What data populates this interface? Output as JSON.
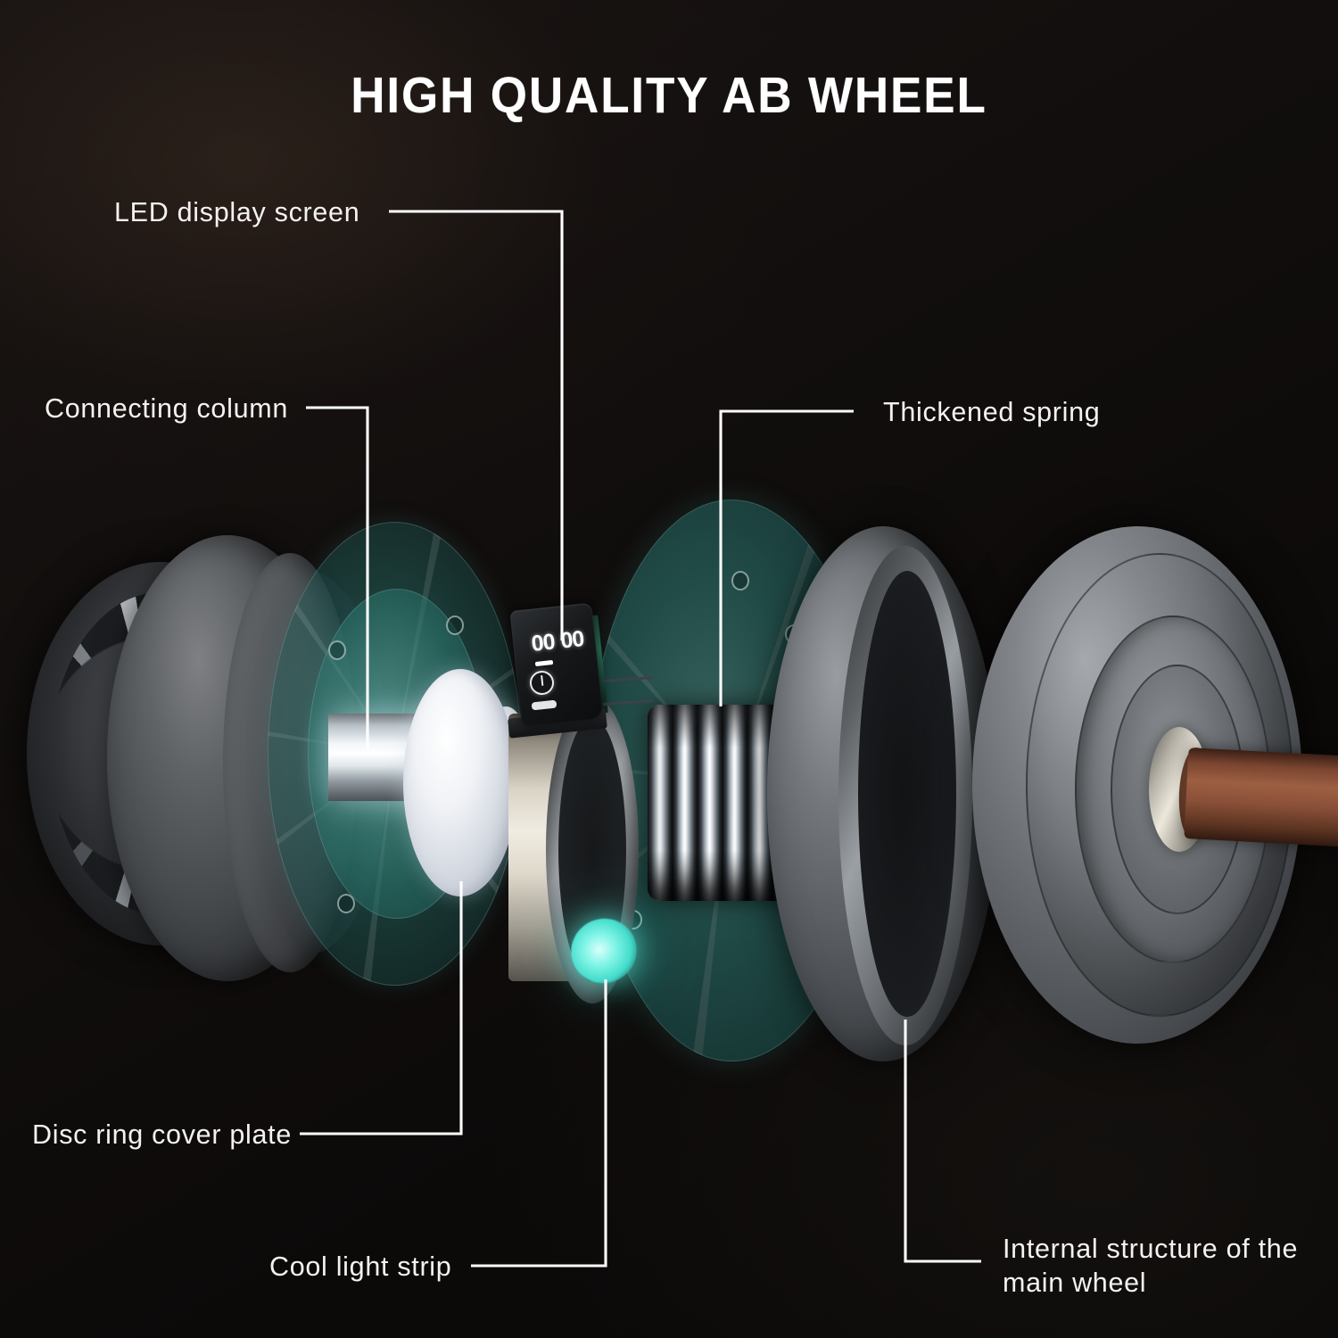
{
  "header": {
    "title": "HIGH QUALITY AB WHEEL"
  },
  "theme": {
    "background": "#0d0b0a",
    "text": "#f4f2f0",
    "accent_teal": "#3e9b92",
    "accent_cyan": "#7ff4e6",
    "metal": "#9aa4ac",
    "handle_brown": "#8a5038",
    "leader_line": "#ffffff"
  },
  "callouts": [
    {
      "id": "led-display-screen",
      "label": "LED display screen",
      "side": "left"
    },
    {
      "id": "connecting-column",
      "label": "Connecting column",
      "side": "left"
    },
    {
      "id": "thickened-spring",
      "label": "Thickened spring",
      "side": "right"
    },
    {
      "id": "disc-ring-cover",
      "label": "Disc ring cover plate",
      "side": "left"
    },
    {
      "id": "cool-light-strip",
      "label": "Cool light strip",
      "side": "left"
    },
    {
      "id": "internal-structure",
      "label": "Internal structure of the main wheel",
      "side": "right"
    }
  ],
  "product": {
    "led_screen": {
      "digits_left": "00",
      "digits_right": "00",
      "icon_power": "power-icon"
    }
  }
}
